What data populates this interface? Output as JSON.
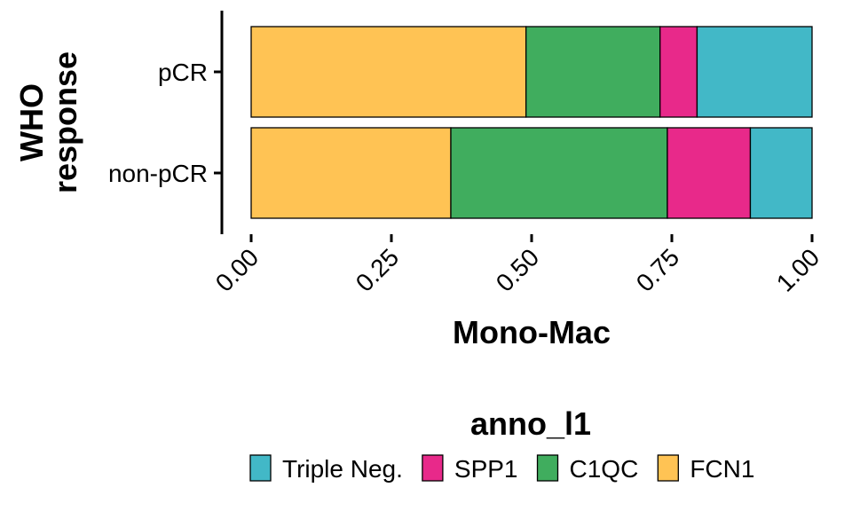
{
  "chart_data": {
    "type": "bar",
    "orientation": "horizontal",
    "stacked": true,
    "title": "",
    "xlabel": "Mono-Mac",
    "ylabel_lines": [
      "WHO",
      "response"
    ],
    "xlim": [
      0,
      1
    ],
    "x_ticks": [
      0,
      0.25,
      0.5,
      0.75,
      1
    ],
    "x_tick_labels": [
      "0.00",
      "0.25",
      "0.50",
      "0.75",
      "1.00"
    ],
    "grid": false,
    "legend_placement": "bottom",
    "categories": [
      "pCR",
      "non-pCR"
    ],
    "series": [
      {
        "name": "FCN1",
        "color": "#FFC354",
        "values": [
          0.49,
          0.356
        ]
      },
      {
        "name": "C1QC",
        "color": "#40AD5E",
        "values": [
          0.239,
          0.386
        ]
      },
      {
        "name": "SPP1",
        "color": "#E8298A",
        "values": [
          0.066,
          0.148
        ]
      },
      {
        "name": "Triple Neg.",
        "color": "#42B8C7",
        "values": [
          0.205,
          0.11
        ]
      }
    ],
    "legend": {
      "title": "anno_l1",
      "order": [
        "Triple Neg.",
        "SPP1",
        "C1QC",
        "FCN1"
      ]
    }
  }
}
